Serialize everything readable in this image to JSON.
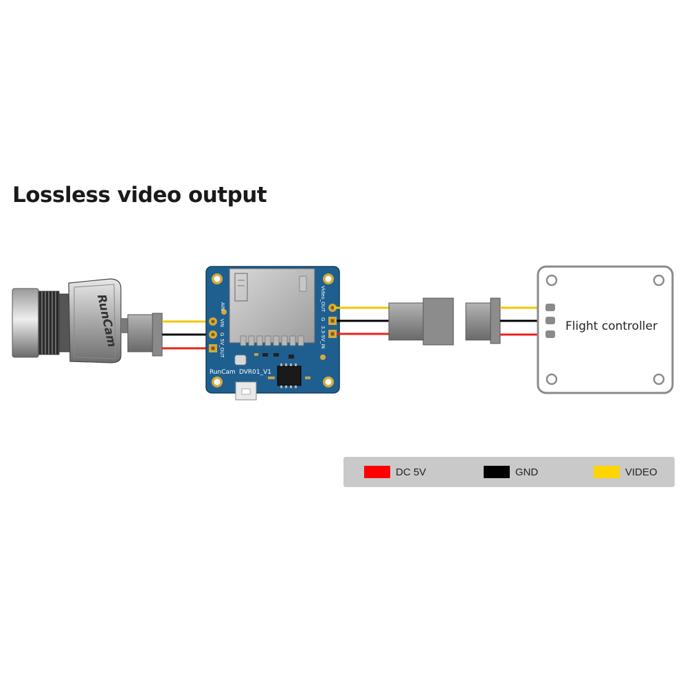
{
  "title": "Lossless video output",
  "camera": {
    "brand": "RunCam"
  },
  "board": {
    "brand_label": "RunCam",
    "model_label": "DVR01_V1",
    "left_pins": [
      "VIN",
      "G",
      "5V_OUT"
    ],
    "right_pins": [
      "Video_OUT",
      "G",
      "3.3-5V_IN"
    ],
    "top_left_label": "AIN"
  },
  "flight_controller": {
    "label": "Flight controller"
  },
  "colors": {
    "power": "#e8211a",
    "ground": "#000000",
    "video": "#f7c600",
    "board": "#1f5f8f"
  },
  "legend": [
    {
      "label": "DC 5V",
      "color": "#ff0000"
    },
    {
      "label": "GND",
      "color": "#000000"
    },
    {
      "label": "VIDEO",
      "color": "#ffd400"
    }
  ]
}
